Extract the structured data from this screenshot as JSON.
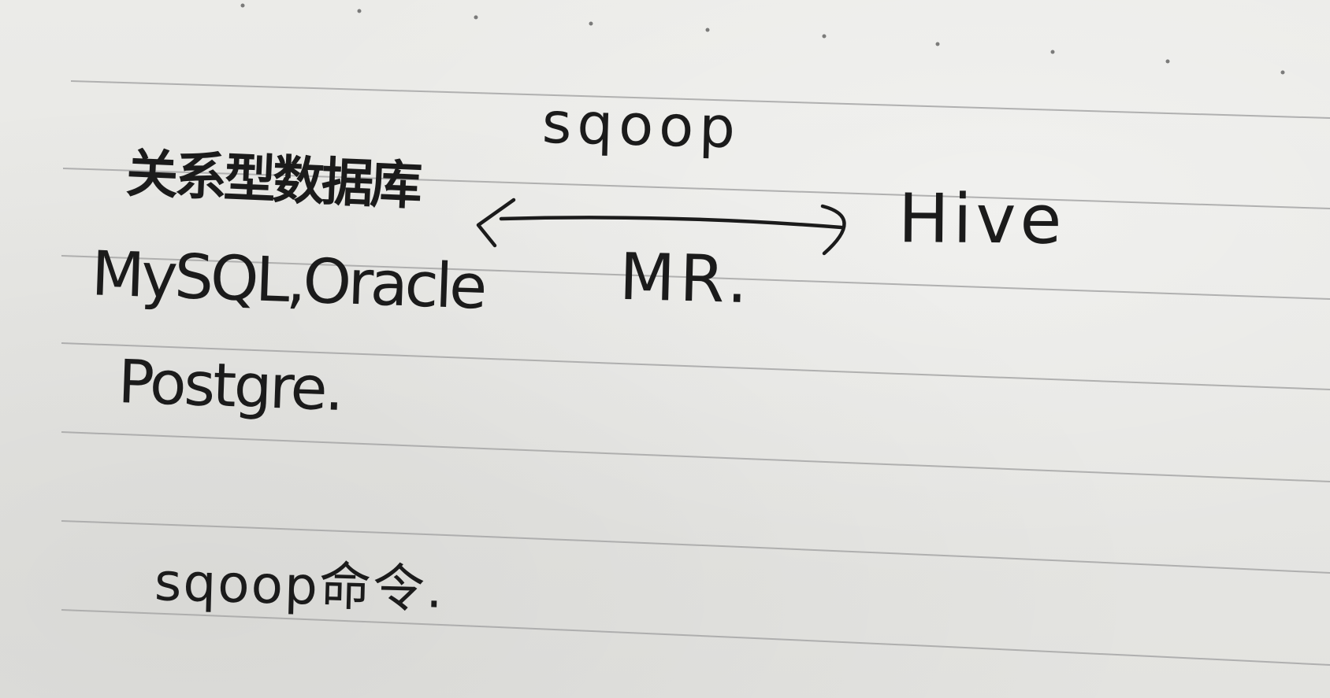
{
  "notebook": {
    "ink_color": "#1b1b1b",
    "rule_color": "#a6a6a6"
  },
  "diagram": {
    "top_label": "sqoop",
    "bottom_label": "MR.",
    "left_node": {
      "title": "关系型数据库",
      "line2": "MySQL,Oracle",
      "line3": "Postgre."
    },
    "right_node": {
      "title": "Hive"
    },
    "arrow": "double-headed-arrow",
    "footer": "sqoop命令."
  }
}
